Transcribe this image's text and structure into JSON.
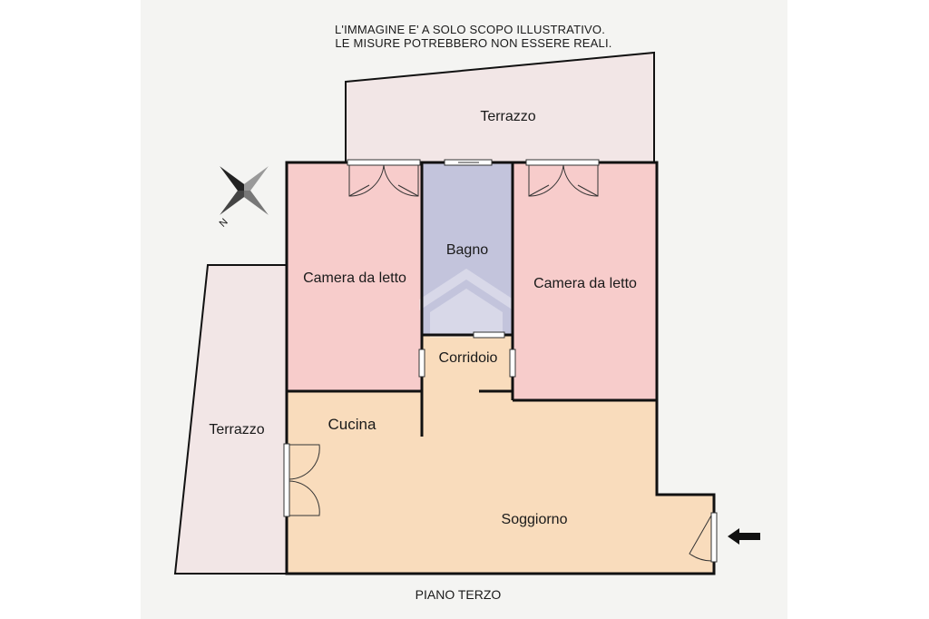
{
  "disclaimer": {
    "line1": "L'IMMAGINE E' A SOLO SCOPO ILLUSTRATIVO.",
    "line2": "LE MISURE POTREBBERO NON ESSERE REALI."
  },
  "rooms": {
    "terrazzo_top": "Terrazzo",
    "terrazzo_left": "Terrazzo",
    "camera_left": "Camera da letto",
    "bagno": "Bagno",
    "camera_right": "Camera da letto",
    "corridoio": "Corridoio",
    "cucina": "Cucina",
    "soggiorno": "Soggiorno"
  },
  "compass": {
    "label": "N"
  },
  "footer": {
    "floor": "PIANO TERZO"
  },
  "colors": {
    "sheet": "#f4f4f2",
    "terrace": "#f2e6e6",
    "bedroom": "#f7cccb",
    "bathroom": "#c3c4dc",
    "living": "#f9dcbc",
    "wall": "#111111"
  }
}
